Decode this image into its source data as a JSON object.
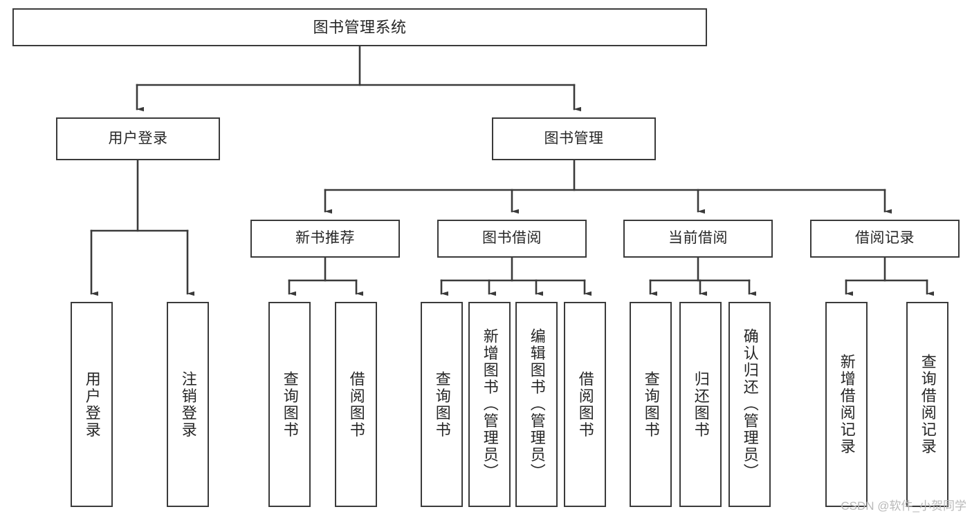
{
  "diagram": {
    "type": "tree",
    "title": "图书管理系统",
    "orientation": "top-down",
    "colors": {
      "box_border": "#3a3a3a",
      "box_fill": "#ffffff",
      "connector": "#3a3a3a",
      "text": "#262626",
      "watermark": "#b9b9b9",
      "background": "#ffffff"
    }
  },
  "nodes": {
    "root": {
      "label": "图书管理系统"
    },
    "level2": [
      {
        "label": "用户登录"
      },
      {
        "label": "图书管理"
      }
    ],
    "level3": [
      {
        "label": "新书推荐"
      },
      {
        "label": "图书借阅"
      },
      {
        "label": "当前借阅"
      },
      {
        "label": "借阅记录"
      }
    ],
    "leaves": {
      "user_login": [
        {
          "label": "用户登录"
        },
        {
          "label": "注销登录"
        }
      ],
      "new_book": [
        {
          "label": "查询图书"
        },
        {
          "label": "借阅图书"
        }
      ],
      "book_borrow": [
        {
          "label": "查询图书"
        },
        {
          "label": "新增图书（管理员）"
        },
        {
          "label": "编辑图书（管理员）"
        },
        {
          "label": "借阅图书"
        }
      ],
      "current_borrow": [
        {
          "label": "查询图书"
        },
        {
          "label": "归还图书"
        },
        {
          "label": "确认归还（管理员）"
        }
      ],
      "borrow_record": [
        {
          "label": "新增借阅记录"
        },
        {
          "label": "查询借阅记录"
        }
      ]
    }
  },
  "watermark": {
    "text": "CSDN @软件_小贺同学"
  }
}
